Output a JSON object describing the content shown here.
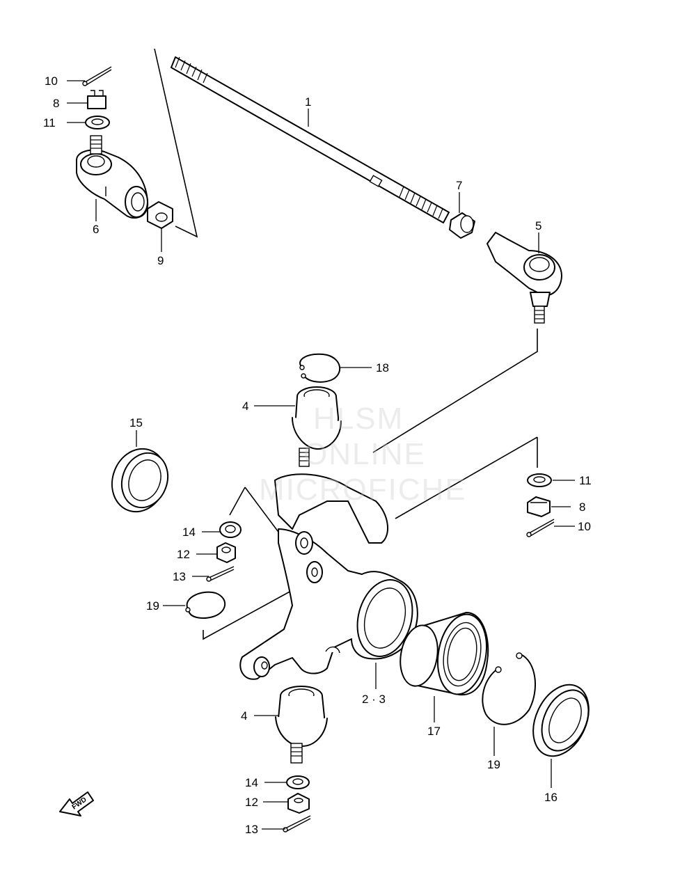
{
  "watermark": {
    "line1": "HLSM",
    "line2": "ONLINE",
    "line3": "MICROFICHE"
  },
  "fwd_label": "FWD",
  "callouts": {
    "c1": "1",
    "c23": "2 · 3",
    "c4a": "4",
    "c4b": "4",
    "c5": "5",
    "c6": "6",
    "c7": "7",
    "c8a": "8",
    "c8b": "8",
    "c9": "9",
    "c10a": "10",
    "c10b": "10",
    "c11a": "11",
    "c11b": "11",
    "c12a": "12",
    "c12b": "12",
    "c13a": "13",
    "c13b": "13",
    "c14a": "14",
    "c14b": "14",
    "c15": "15",
    "c16": "16",
    "c17": "17",
    "c18": "18",
    "c19a": "19",
    "c19b": "19"
  }
}
